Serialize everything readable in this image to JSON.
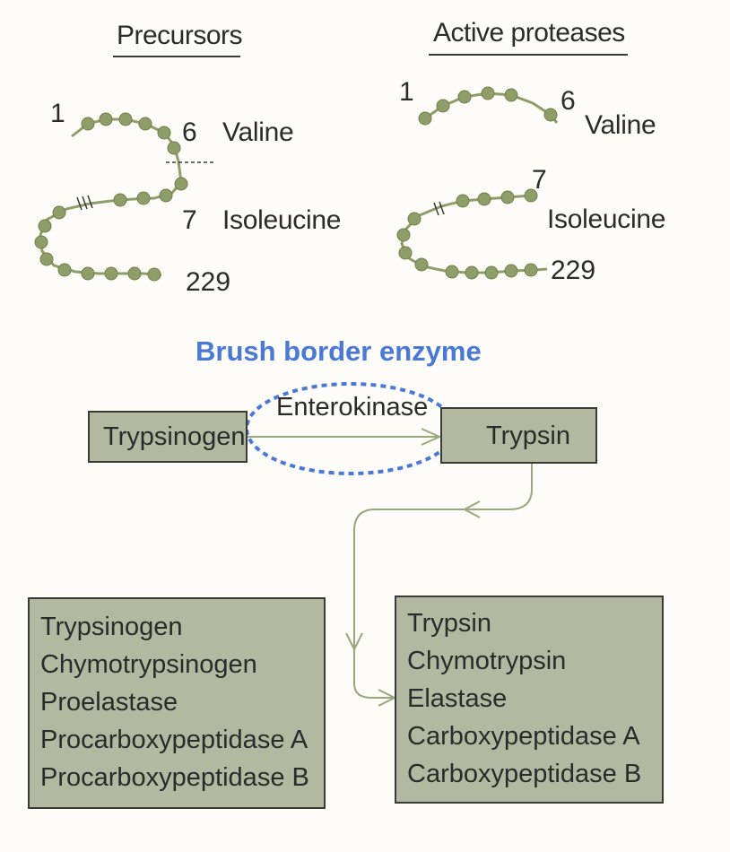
{
  "headers": {
    "precursors": "Precursors",
    "active": "Active proteases"
  },
  "precursor_chain": {
    "n_term": "1",
    "res6": "6",
    "res6_name": "Valine",
    "res7": "7",
    "res7_name": "Isoleucine",
    "c_term": "229"
  },
  "active_chain": {
    "n_term": "1",
    "res6": "6",
    "res6_name": "Valine",
    "res7": "7",
    "res7_name": "Isoleucine",
    "c_term": "229"
  },
  "annotation": "Brush border enzyme",
  "activation": {
    "zymogen": "Trypsinogen",
    "enzyme_label": "Enterokinase",
    "product": "Trypsin"
  },
  "precursor_list": [
    "Trypsinogen",
    "Chymotrypsinogen",
    "Proelastase",
    "Procarboxypeptidase A",
    "Procarboxypeptidase B"
  ],
  "active_list": [
    "Trypsin",
    "Chymotrypsin",
    "Elastase",
    "Carboxypeptidase A",
    "Carboxypeptidase B"
  ],
  "colors": {
    "bead": "#8f9e68",
    "box_fill": "#b3b8a0",
    "arrow": "#9aa67e",
    "highlight": "#4a78d6"
  }
}
